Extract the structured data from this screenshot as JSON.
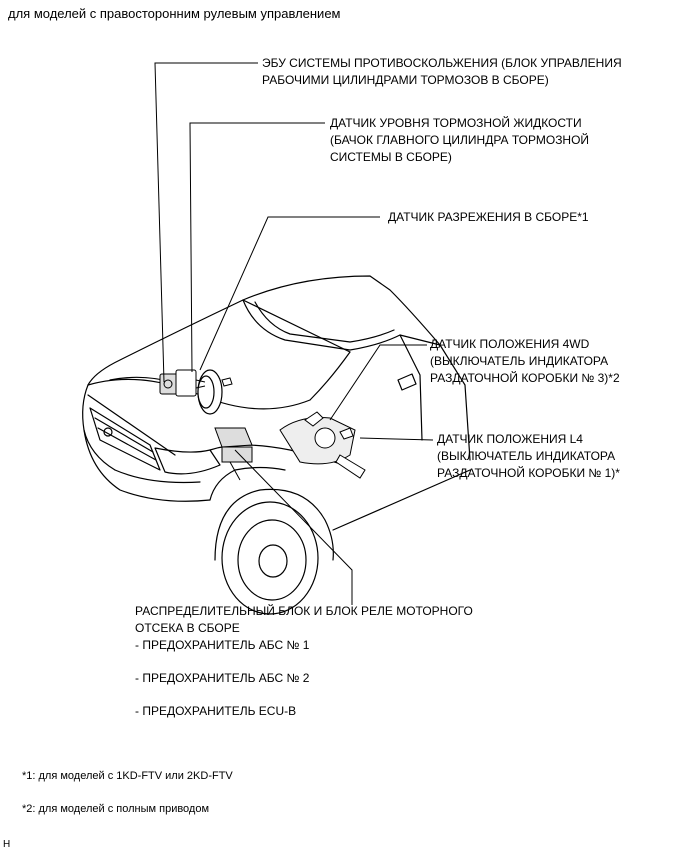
{
  "title": "для моделей с правосторонним рулевым управлением",
  "callouts": {
    "abs_ecu": [
      "ЭБУ СИСТЕМЫ ПРОТИВОСКОЛЬЖЕНИЯ (БЛОК УПРАВЛЕНИЯ",
      "РАБОЧИМИ ЦИЛИНДРАМИ ТОРМОЗОВ В СБОРЕ)"
    ],
    "brake_fluid": [
      "ДАТЧИК УРОВНЯ ТОРМОЗНОЙ ЖИДКОСТИ",
      "(БАЧОК ГЛАВНОГО ЦИЛИНДРА ТОРМОЗНОЙ",
      "СИСТЕМЫ В СБОРЕ)"
    ],
    "vacuum": [
      "ДАТЧИК РАЗРЕЖЕНИЯ В СБОРЕ*1"
    ],
    "pos_4wd": [
      "ДАТЧИК ПОЛОЖЕНИЯ 4WD",
      "(ВЫКЛЮЧАТЕЛЬ ИНДИКАТОРА",
      "РАЗДАТОЧНОЙ КОРОБКИ № 3)*2"
    ],
    "pos_l4": [
      "ДАТЧИК ПОЛОЖЕНИЯ L4",
      "(ВЫКЛЮЧАТЕЛЬ ИНДИКАТОРА",
      "РАЗДАТОЧНОЙ КОРОБКИ № 1)*"
    ],
    "relay_block": [
      "РАСПРЕДЕЛИТЕЛЬНЫЙ БЛОК И БЛОК РЕЛЕ МОТОРНОГО",
      "ОТСЕКА В СБОРЕ"
    ],
    "fuses": [
      "- ПРЕДОХРАНИТЕЛЬ АБС № 1",
      "- ПРЕДОХРАНИТЕЛЬ АБС № 2",
      "- ПРЕДОХРАНИТЕЛЬ ECU-B"
    ]
  },
  "footnotes": [
    "*1: для моделей с 1KD-FTV или 2KD-FTV",
    "*2: для моделей с полным приводом"
  ],
  "corner_mark": "H"
}
